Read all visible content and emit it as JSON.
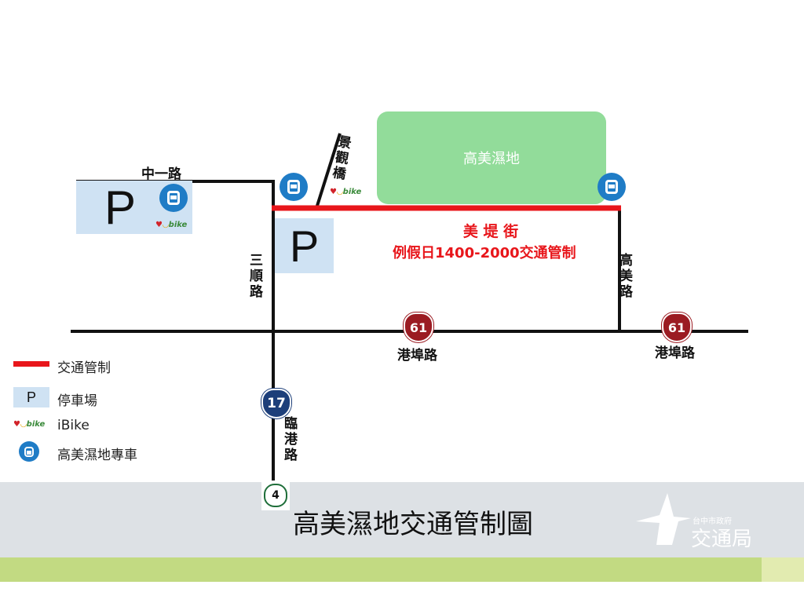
{
  "map": {
    "wetland": "高美濕地",
    "roads": {
      "zhongyi": "中一路",
      "sanshun": "三順路",
      "jingguan": "景觀橋",
      "gaomei": "高美路",
      "gangbu_1": "港埠路",
      "gangbu_2": "港埠路",
      "lingang": "臨港路",
      "meidi": "美 堤 街"
    },
    "control_note": "例假日1400-2000交通管制",
    "parking_symbol": "P",
    "shields": {
      "route61_a": "61",
      "route61_b": "61",
      "route17": "17",
      "route4": "4"
    },
    "ibike_text": "iBike"
  },
  "legend": [
    {
      "label": "交通管制",
      "icon": "red-line"
    },
    {
      "label": "停車場",
      "symbol": "P",
      "icon": "parking"
    },
    {
      "label": "iBike",
      "icon": "ibike-logo"
    },
    {
      "label": "高美濕地專車",
      "icon": "bus-icon"
    }
  ],
  "footer": {
    "title": "高美濕地交通管制圖",
    "logo_small": "台中市政府",
    "logo_big": "交通局"
  },
  "colors": {
    "control": "#e8161b",
    "wetland": "#92dc9a",
    "parking": "#cfe2f3",
    "bus": "#1f7cc6",
    "footer_band": "#dde1e5",
    "green_bar": "#c2da82"
  }
}
